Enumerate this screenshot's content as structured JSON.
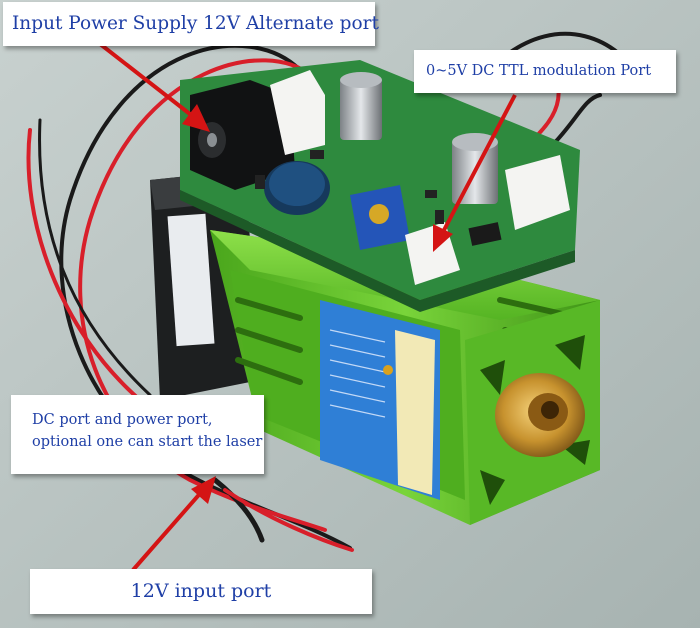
{
  "callouts": {
    "top_left": "Input Power Supply 12V Alternate port",
    "top_right": "0~5V DC TTL modulation Port",
    "mid_left_line1": "DC port and power port,",
    "mid_left_line2": "optional one can start the laser",
    "bottom": "12V input port"
  },
  "colors": {
    "callout_text": "#1f3fa6",
    "arrow": "#d41414",
    "heatsink": "#5fbf2a",
    "pcb": "#2e8a3e"
  }
}
